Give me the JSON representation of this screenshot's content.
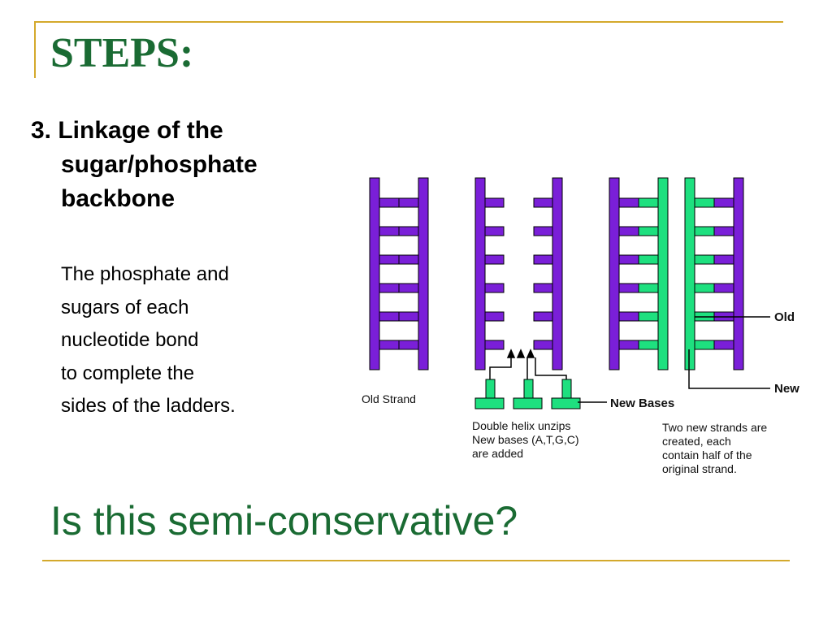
{
  "slide": {
    "title": "STEPS:",
    "heading": {
      "line1": "3. Linkage of the",
      "line2": "sugar/phosphate",
      "line3": "backbone"
    },
    "body_lines": [
      "The phosphate and",
      "sugars of each",
      "nucleotide bond",
      "to complete the",
      "sides of the ladders."
    ],
    "question": "Is this semi-conservative?"
  },
  "diagram": {
    "labels": {
      "old_strand": "Old Strand",
      "new_bases": "New Bases",
      "old": "Old",
      "new": "New"
    },
    "caption_unzip": [
      "Double helix unzips",
      "New bases (A,T,G,C)",
      "are added"
    ],
    "caption_strands": [
      "Two new strands are",
      "created, each",
      "contain half of the",
      "original strand."
    ],
    "colors": {
      "old_strand": "#7a1fd8",
      "new_strand": "#1ee07f",
      "accent_green": "#1a6b33",
      "rule_gold": "#d4a92c"
    }
  }
}
